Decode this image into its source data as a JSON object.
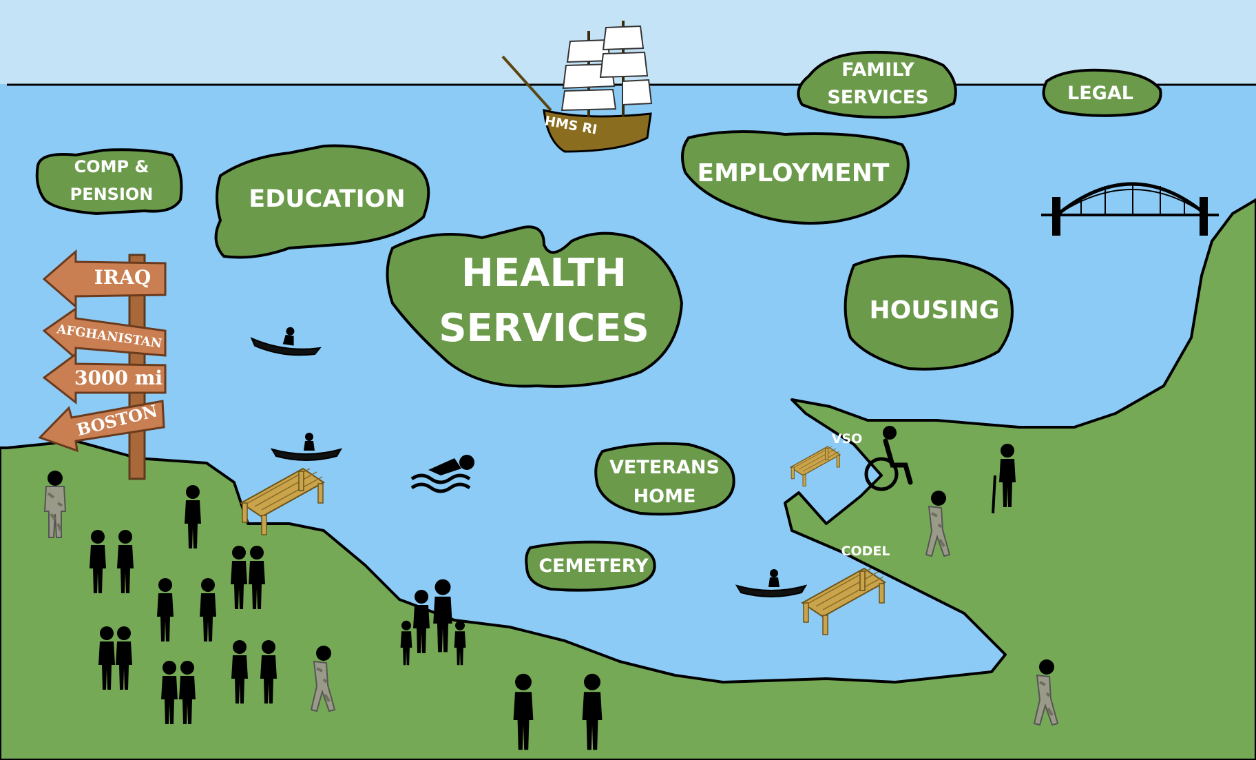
{
  "islands": {
    "comp_pension_line1": "COMP &",
    "comp_pension_line2": "PENSION",
    "education": "EDUCATION",
    "health_line1": "HEALTH",
    "health_line2": "SERVICES",
    "family_line1": "FAMILY",
    "family_line2": "SERVICES",
    "legal": "LEGAL",
    "employment": "EMPLOYMENT",
    "housing": "HOUSING",
    "veterans_line1": "VETERANS",
    "veterans_line2": "HOME",
    "cemetery": "CEMETERY"
  },
  "signpost": {
    "sign1": "IRAQ",
    "sign2": "AFGHANISTAN",
    "sign3": "3000 mi",
    "sign4": "BOSTON"
  },
  "dock_labels": {
    "vso": "VSO",
    "codel": "CODEL"
  },
  "ship": {
    "name": "HMS RI"
  },
  "colors": {
    "sky": "#c5e3f7",
    "water": "#8ccbf5",
    "land": "#76a956",
    "island": "#6b9a4a",
    "outline": "#000000",
    "sign_wood": "#c97f52",
    "ship_hull": "#8a6d1e",
    "dock": "#c9a44a"
  }
}
